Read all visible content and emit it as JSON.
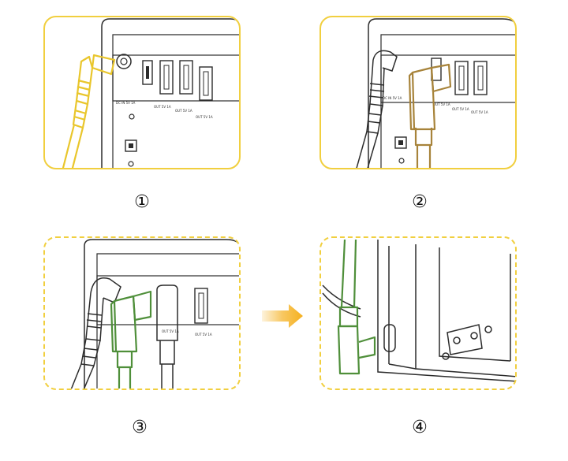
{
  "steps": [
    {
      "number": "①"
    },
    {
      "number": "②"
    },
    {
      "number": "③"
    },
    {
      "number": "④"
    }
  ],
  "port_labels": [
    "DC IN 5V 1A",
    "OUT 5V 1A",
    "OUT 5V 1A",
    "OUT 5V 1A"
  ],
  "colors": {
    "highlight_yellow": "#e9c62c",
    "highlight_brown": "#a7833a",
    "highlight_green": "#4f8f3a",
    "frame_yellow": "#f1cf3f",
    "arrow_orange": "#f5b01e",
    "line_dark": "#2c2c2c"
  },
  "icons": [
    "circled-digit",
    "right-arrow-icon"
  ]
}
